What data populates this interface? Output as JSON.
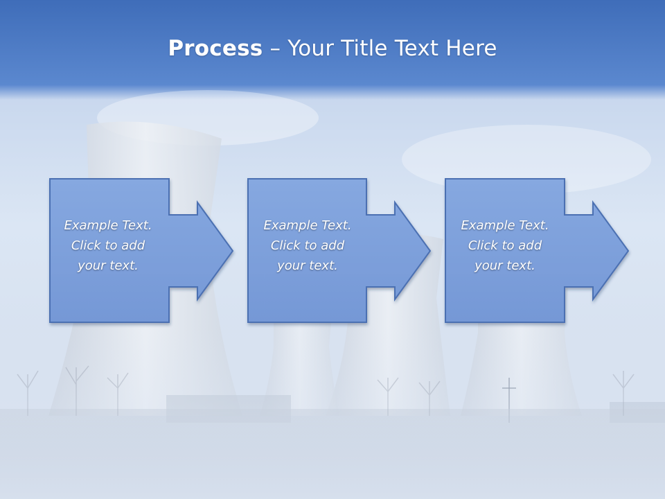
{
  "slide": {
    "title_bold": "Process",
    "title_rest": " – Your Title Text Here"
  },
  "steps": [
    {
      "line1": "Example Text.",
      "line2": "Click  to add",
      "line3": "your text."
    },
    {
      "line1": "Example Text.",
      "line2": "Click  to add",
      "line3": "your text."
    },
    {
      "line1": "Example Text.",
      "line2": "Click  to add",
      "line3": "your text."
    }
  ],
  "colors": {
    "header_top": "#3e6cc0",
    "header_bottom": "#5f8fd4",
    "sky": "#dbe6f4",
    "step_fill": "#7ea1dd",
    "step_stroke": "#4a6fb0"
  }
}
